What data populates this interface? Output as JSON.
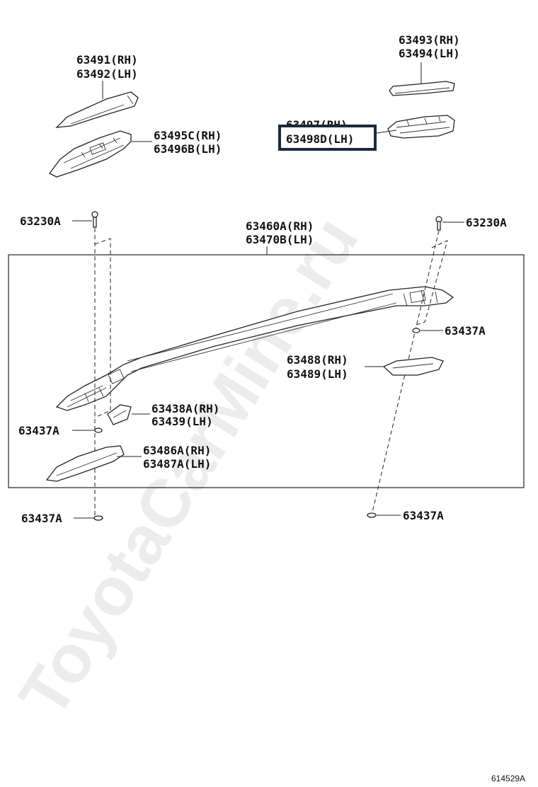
{
  "watermark": "ToyotaCarMine.ru",
  "figure_id": "614529A",
  "highlight_color": "#1a2a3a",
  "labels": {
    "p63491": "63491(RH)",
    "p63492": "63492(LH)",
    "p63493": "63493(RH)",
    "p63494": "63494(LH)",
    "p63495c": "63495C(RH)",
    "p63496b": "63496B(LH)",
    "p63497": "63497(RH)",
    "p63498d": "63498D(LH)",
    "p63230a_left": "63230A",
    "p63230a_right": "63230A",
    "p63460a": "63460A(RH)",
    "p63470b": "63470B(LH)",
    "p63437a_right_top": "63437A",
    "p63488": "63488(RH)",
    "p63489": "63489(LH)",
    "p63438a": "63438A(RH)",
    "p63439": "63439(LH)",
    "p63437a_left_mid": "63437A",
    "p63486a": "63486A(RH)",
    "p63487a": "63487A(LH)",
    "p63437a_left_bottom": "63437A",
    "p63437a_right_bottom": "63437A"
  }
}
